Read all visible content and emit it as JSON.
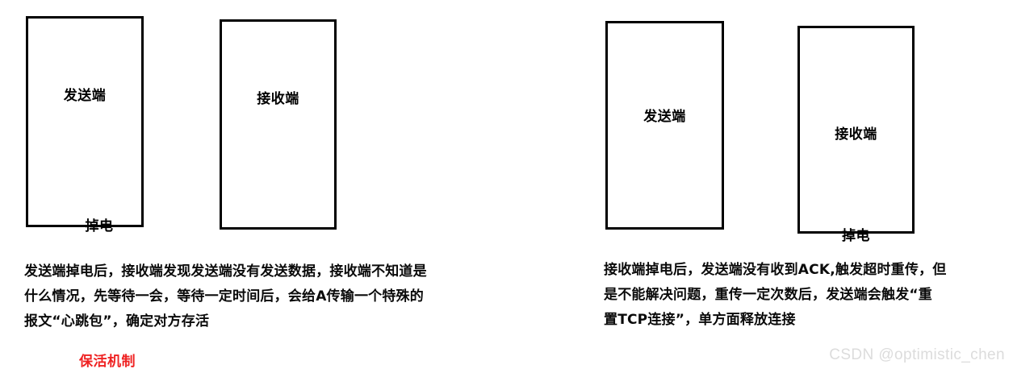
{
  "diagram": {
    "scenarios": [
      {
        "id": "sender-power-loss",
        "boxes": [
          {
            "id": "box-sender-left",
            "role": "发送端",
            "state": "掉电"
          },
          {
            "id": "box-receiver-left",
            "role": "接收端",
            "state": ""
          }
        ],
        "description_lines": [
          "发送端掉电后，接收端发现发送端没有发送数据，接收端不知道是",
          "什么情况，先等待一会，等待一定时间后，会给A传输一个特殊的",
          "报文“心跳包”，确定对方存活"
        ],
        "annotation": "保活机制",
        "annotation_color": "#ef2222"
      },
      {
        "id": "receiver-power-loss",
        "boxes": [
          {
            "id": "box-sender-right",
            "role": "发送端",
            "state": ""
          },
          {
            "id": "box-receiver-right",
            "role": "接收端",
            "state": "掉电"
          }
        ],
        "description_lines": [
          "接收端掉电后，发送端没有收到ACK,触发超时重传，但",
          "是不能解决问题，重传一定次数后，发送端会触发“重",
          "置TCP连接”，单方面释放连接"
        ]
      }
    ],
    "box_border_color": "#000000",
    "text_color": "#0a0a0a"
  },
  "watermark": {
    "text": "CSDN @optimistic_chen",
    "color": "#dcdcdc"
  }
}
